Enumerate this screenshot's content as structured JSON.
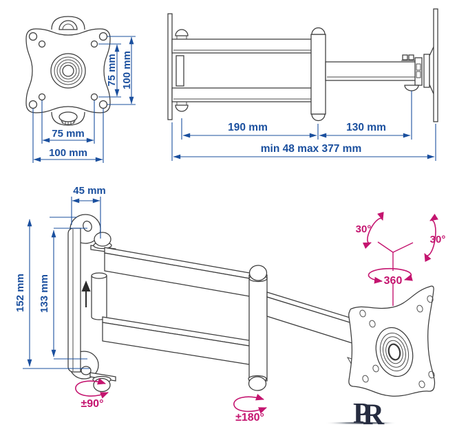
{
  "colors": {
    "drawing_line": "#3a3a3a",
    "dimension_blue": "#1a4f9e",
    "rotation_magenta": "#c4146f",
    "logo_navy": "#262c40"
  },
  "front_view": {
    "vertical_inner": "75 mm",
    "vertical_outer": "100 mm",
    "horizontal_inner": "75 mm",
    "horizontal_outer": "100 mm"
  },
  "top_view": {
    "arm_segment_1": "190 mm",
    "arm_segment_2": "130 mm",
    "extension_range": "min 48 max 377 mm"
  },
  "perspective_view": {
    "wall_plate_width": "45 mm",
    "wall_plate_height_outer": "152 mm",
    "wall_plate_height_inner": "133 mm",
    "tilt_left": "30°",
    "tilt_right": "30°",
    "swivel": "360",
    "wall_rotation": "±90°",
    "elbow_rotation": "±180°"
  },
  "logo": {
    "letter_p": "P",
    "letter_r": "R"
  }
}
